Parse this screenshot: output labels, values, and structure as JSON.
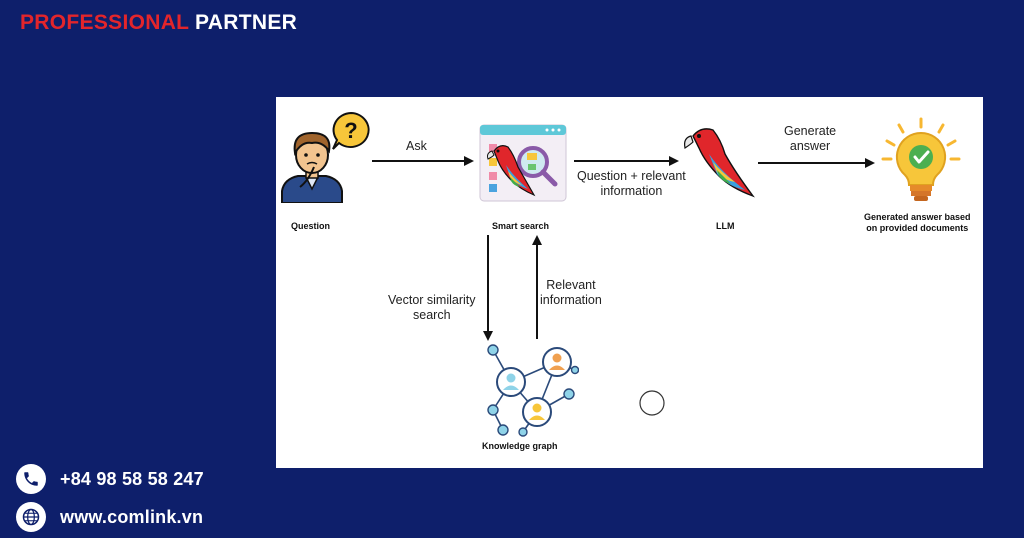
{
  "brand": {
    "part1": "PROFESSIONAL",
    "part2": "PARTNER"
  },
  "diagram": {
    "nodes": {
      "question": "Question",
      "smart_search": "Smart search",
      "llm": "LLM",
      "answer_line1": "Generated answer based",
      "answer_line2": "on provided documents",
      "knowledge_graph": "Knowledge graph"
    },
    "edges": {
      "ask": "Ask",
      "question_relevant_line1": "Question + relevant",
      "question_relevant_line2": "information",
      "generate_line1": "Generate",
      "generate_line2": "answer",
      "vector_line1": "Vector similarity",
      "vector_line2": "search",
      "relevant_line1": "Relevant",
      "relevant_line2": "information"
    }
  },
  "contact": {
    "phone": "+84 98 58 58 247",
    "website": "www.comlink.vn"
  },
  "icons": [
    "phone-icon",
    "globe-icon",
    "person-icon",
    "question-bubble-icon",
    "parrot-icon",
    "search-window-icon",
    "lightbulb-icon",
    "network-icon"
  ],
  "colors": {
    "background": "#0e1f6b",
    "brand_red": "#e3252b",
    "panel": "#ffffff"
  }
}
